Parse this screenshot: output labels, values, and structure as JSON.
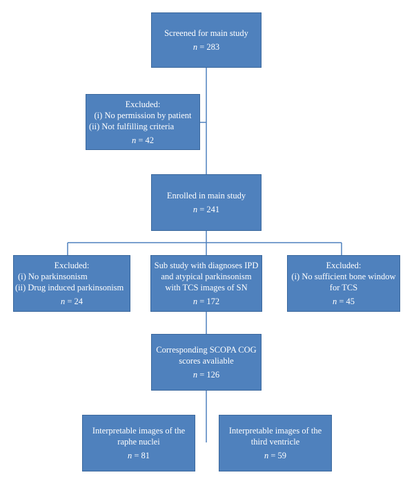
{
  "diagram": {
    "screened": {
      "title": "Screened for main study",
      "n_label": "n",
      "n_value": "= 283"
    },
    "excluded1": {
      "title": "Excluded:",
      "items": [
        "(i) No permission by patient",
        "(ii) Not fulfilling criteria"
      ],
      "n_label": "n",
      "n_value": "= 42"
    },
    "enrolled": {
      "title": "Enrolled in main study",
      "n_label": "n",
      "n_value": "= 241"
    },
    "excluded2": {
      "title": "Excluded:",
      "items": [
        "(i) No parkinsonism",
        "(ii) Drug induced parkinsonism"
      ],
      "n_label": "n",
      "n_value": "= 24"
    },
    "substudy": {
      "lines": [
        "Sub study with diagnoses IPD",
        "and atypical parkinsonism",
        "with TCS images of SN"
      ],
      "n_label": "n",
      "n_value": "= 172"
    },
    "excluded3": {
      "title": "Excluded:",
      "items": [
        "(i) No sufficient bone window",
        "for TCS"
      ],
      "n_label": "n",
      "n_value": "= 45"
    },
    "scopa": {
      "lines": [
        "Corresponding SCOPA COG",
        "scores avaliable"
      ],
      "n_label": "n",
      "n_value": "= 126"
    },
    "raphe": {
      "lines": [
        "Interpretable images of the",
        "raphe nuclei"
      ],
      "n_label": "n",
      "n_value": "= 81"
    },
    "ventricle": {
      "lines": [
        "Interpretable images of the",
        "third ventricle"
      ],
      "n_label": "n",
      "n_value": "= 59"
    }
  },
  "colors": {
    "box_fill": "#4f81bd",
    "box_border": "#3a679c",
    "connector": "#4f81bd",
    "text": "#ffffff"
  }
}
